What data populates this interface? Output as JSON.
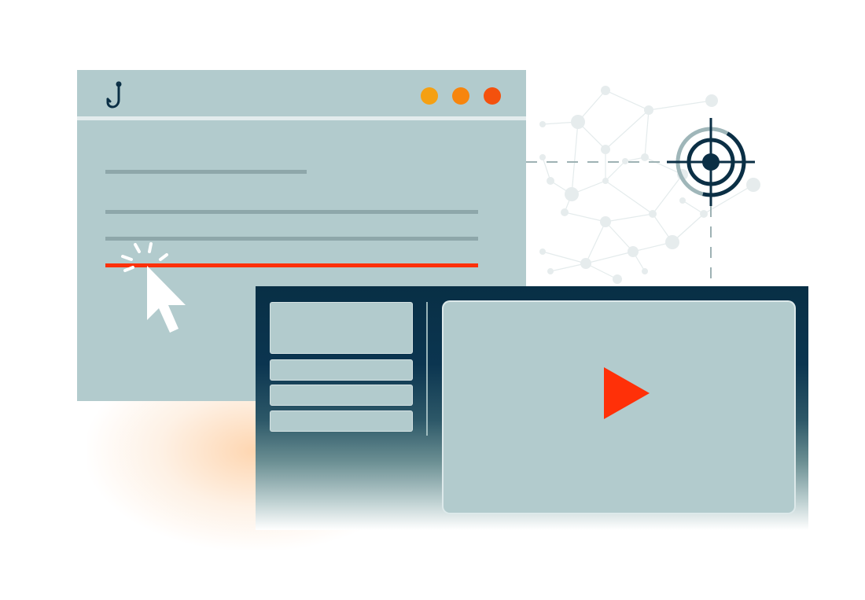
{
  "illustration": {
    "theme": "phishing-video-training",
    "colors": {
      "window_fill": "#b2cbcd",
      "text_placeholder": "#8ea7aa",
      "accent_red": "#ff3008",
      "dark_navy": "#082f45",
      "dot_yellow": "#f5a012",
      "dot_orange": "#f7850d",
      "dot_red": "#f4510d"
    }
  },
  "browser_window": {
    "logo_icon": "fishhook-icon",
    "window_controls": [
      "minimize-dot",
      "maximize-dot",
      "close-dot"
    ],
    "content_lines": 3,
    "highlighted_link": "phishing-link"
  },
  "cursor": {
    "icon": "pointer-cursor-icon",
    "state": "clicking"
  },
  "network_graph": {
    "icon": "network-nodes",
    "target_icon": "crosshair-target-icon"
  },
  "video_window": {
    "sidebar_items": 4,
    "player_icon": "play-icon"
  }
}
